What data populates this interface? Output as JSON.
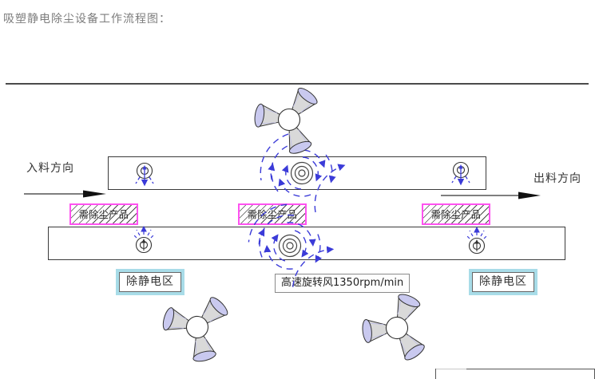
{
  "page": {
    "title": "吸塑静电除尘设备工作流程图："
  },
  "flow": {
    "feed_direction_label": "入料方向",
    "discharge_direction_label": "出料方向",
    "dust_product_label": "需除尘产品",
    "static_zone_left": "除静电区",
    "static_zone_right": "除静电区",
    "wind_speed_label": "高速旋转风1350rpm/min"
  },
  "icons": {
    "fan": "fan-propeller-icon",
    "vortex": "vortex-swirl-icon",
    "nozzle_down": "ion-nozzle-down-icon",
    "nozzle_up": "ion-nozzle-up-icon",
    "feed_arrow": "right-arrow-icon",
    "discharge_arrow": "right-arrow-icon"
  },
  "colors": {
    "vortex_blue": "#3b3bd8",
    "hatch_border_magenta": "#ff52f0",
    "zone_label_cyan": "#a8dce8",
    "title_gray": "#7d7d7d",
    "outline_dark": "#3a3a3a",
    "fan_blade_gray": "#d9d9d9",
    "fan_cap_lavender": "#c9c9ef"
  }
}
